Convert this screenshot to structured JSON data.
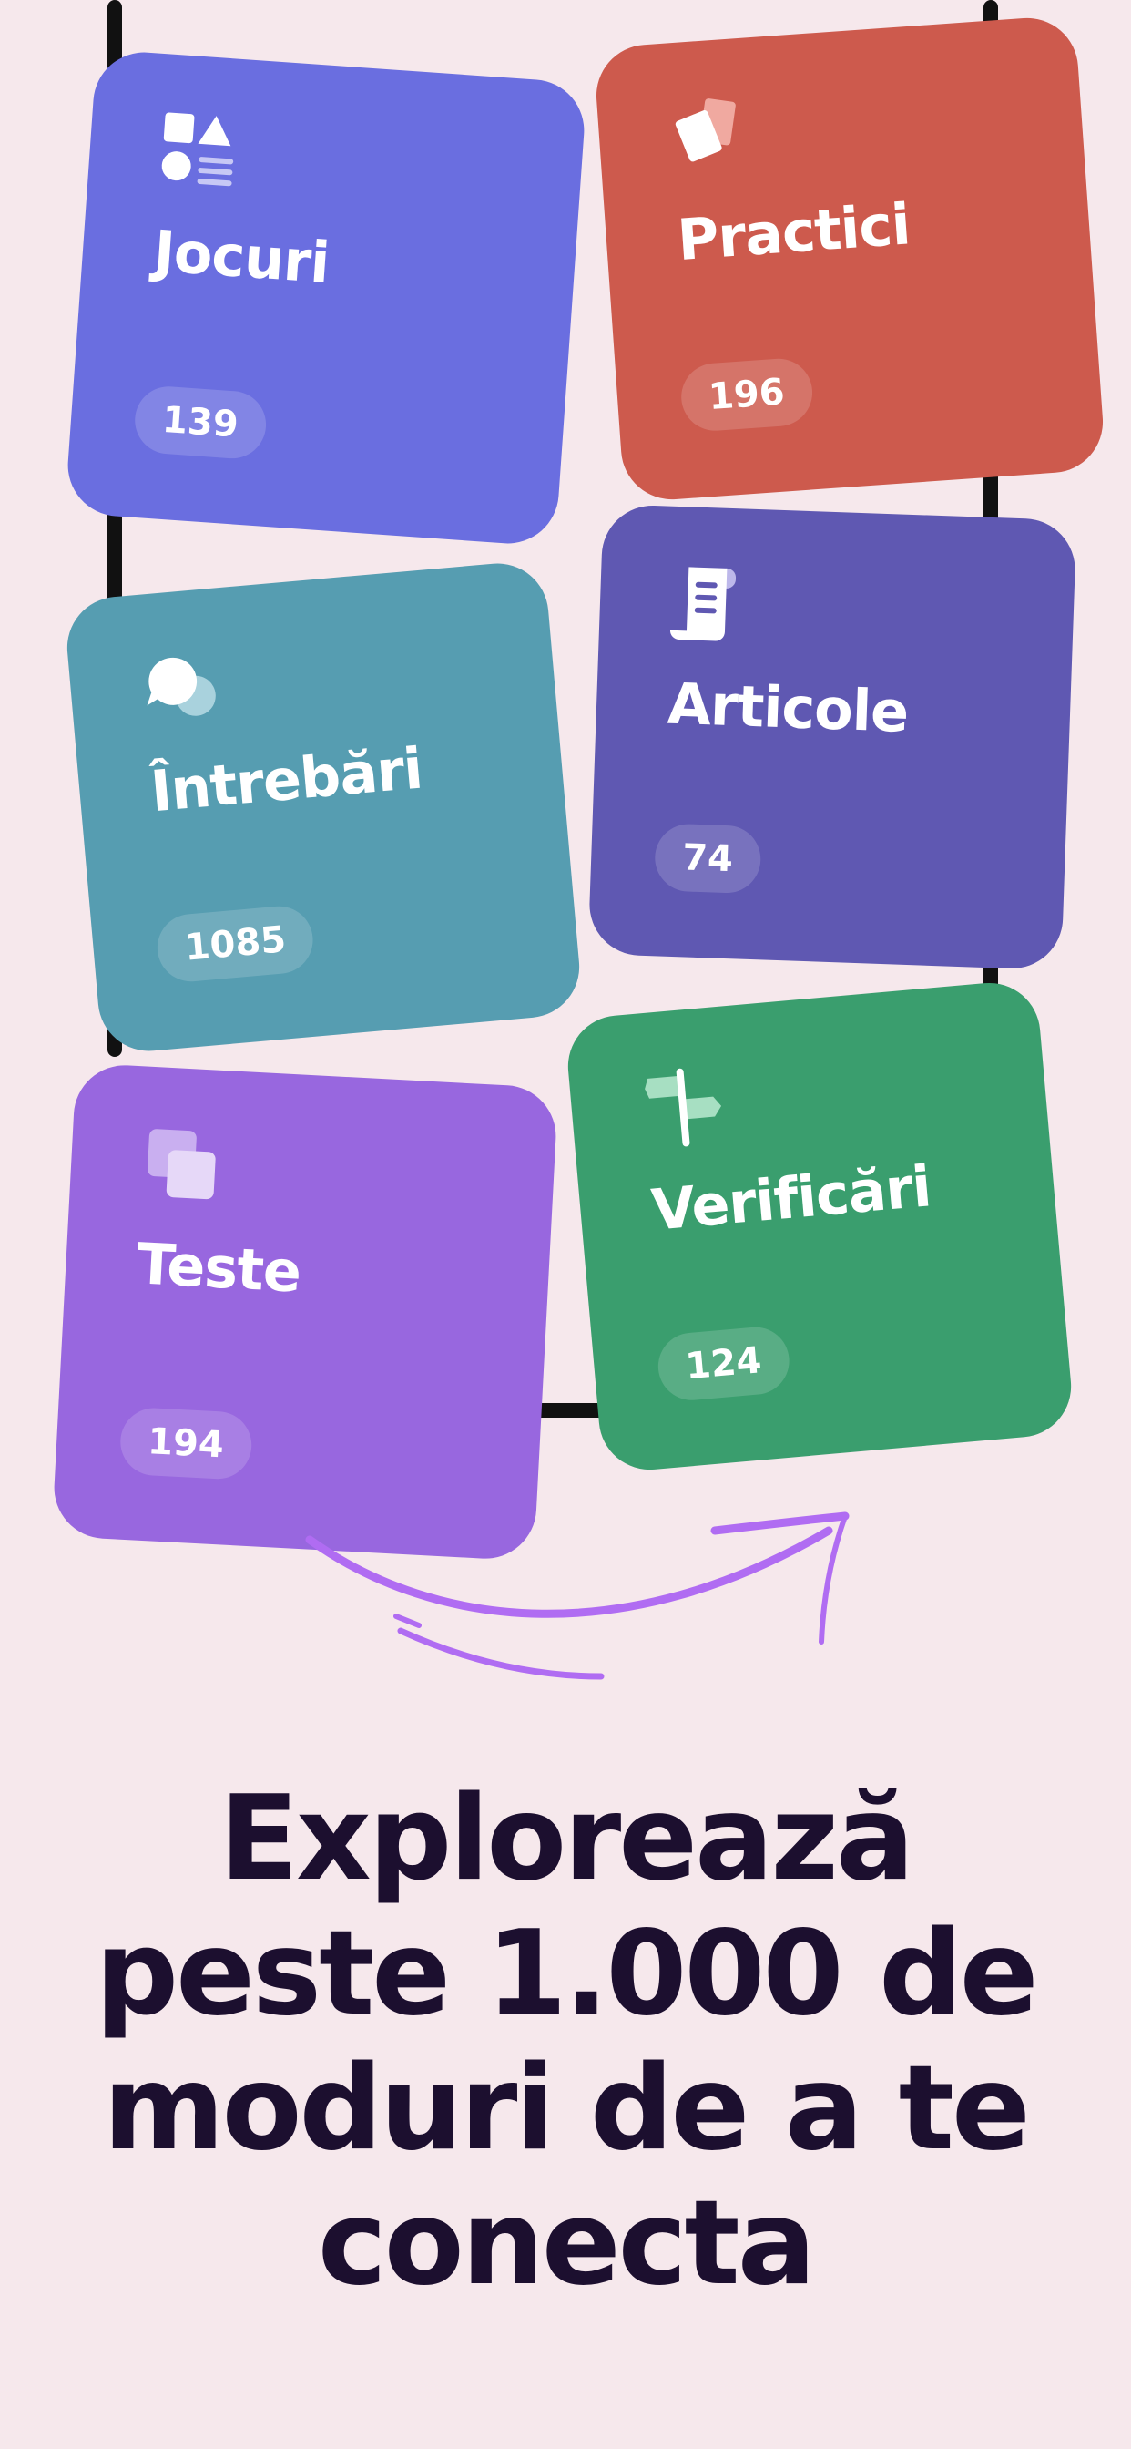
{
  "cards": [
    {
      "title": "Jocuri",
      "count": "139",
      "icon": "shapes-icon",
      "color": "#6a6ee0"
    },
    {
      "title": "Practici",
      "count": "196",
      "icon": "cards-icon",
      "color": "#cd5a4d"
    },
    {
      "title": "Întrebări",
      "count": "1085",
      "icon": "chat-bubbles-icon",
      "color": "#569db1"
    },
    {
      "title": "Articole",
      "count": "74",
      "icon": "scroll-icon",
      "color": "#5f58b2"
    },
    {
      "title": "Teste",
      "count": "194",
      "icon": "layers-icon",
      "color": "#9867df"
    },
    {
      "title": "Verificări",
      "count": "124",
      "icon": "signpost-icon",
      "color": "#3a9e6e"
    }
  ],
  "arrow": {
    "icon": "curved-arrow-icon",
    "color": "#b06cf2"
  },
  "headline": {
    "line1": "Explorează",
    "line2": "peste 1.000 de",
    "line3": "moduri de a te",
    "line4": "conecta"
  }
}
